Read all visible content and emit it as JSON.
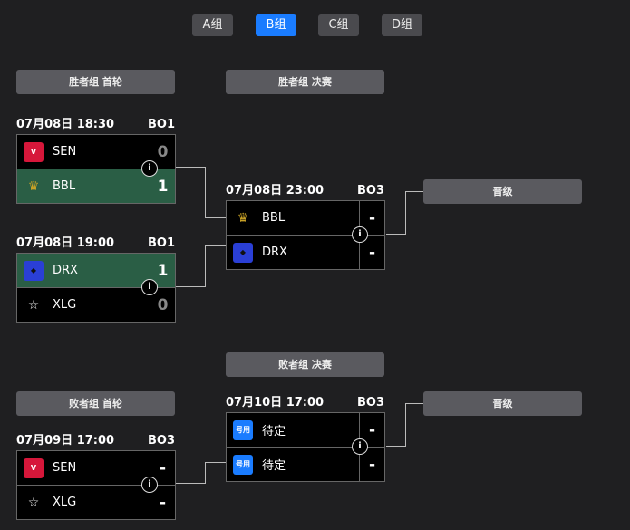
{
  "tabs": [
    "A组",
    "B组",
    "C组",
    "D组"
  ],
  "active_tab": "B组",
  "headers": {
    "w_r1": "胜者组 首轮",
    "w_final": "胜者组 决赛",
    "l_final": "败者组 决赛",
    "l_r1": "败者组 首轮",
    "adv1": "晋级",
    "adv2": "晋级"
  },
  "matches": {
    "m1": {
      "date": "07月08日 18:30",
      "bo": "BO1",
      "t1": {
        "name": "SEN",
        "score": "0"
      },
      "t2": {
        "name": "BBL",
        "score": "1"
      }
    },
    "m2": {
      "date": "07月08日 19:00",
      "bo": "BO1",
      "t1": {
        "name": "DRX",
        "score": "1"
      },
      "t2": {
        "name": "XLG",
        "score": "0"
      }
    },
    "m3": {
      "date": "07月08日 23:00",
      "bo": "BO3",
      "t1": {
        "name": "BBL",
        "score": "-"
      },
      "t2": {
        "name": "DRX",
        "score": "-"
      }
    },
    "m4": {
      "date": "07月09日 17:00",
      "bo": "BO3",
      "t1": {
        "name": "SEN",
        "score": "-"
      },
      "t2": {
        "name": "XLG",
        "score": "-"
      }
    },
    "m5": {
      "date": "07月10日 17:00",
      "bo": "BO3",
      "t1": {
        "name": "待定",
        "score": "-"
      },
      "t2": {
        "name": "待定",
        "score": "-"
      }
    }
  },
  "info_glyph": "i",
  "placeholder_logo": "号用",
  "colors": {
    "accent": "#1a7cff",
    "winner": "#2a5e45",
    "sen": "#d6173a",
    "bbl": "#c9a227",
    "drx": "#2a3fd6"
  }
}
